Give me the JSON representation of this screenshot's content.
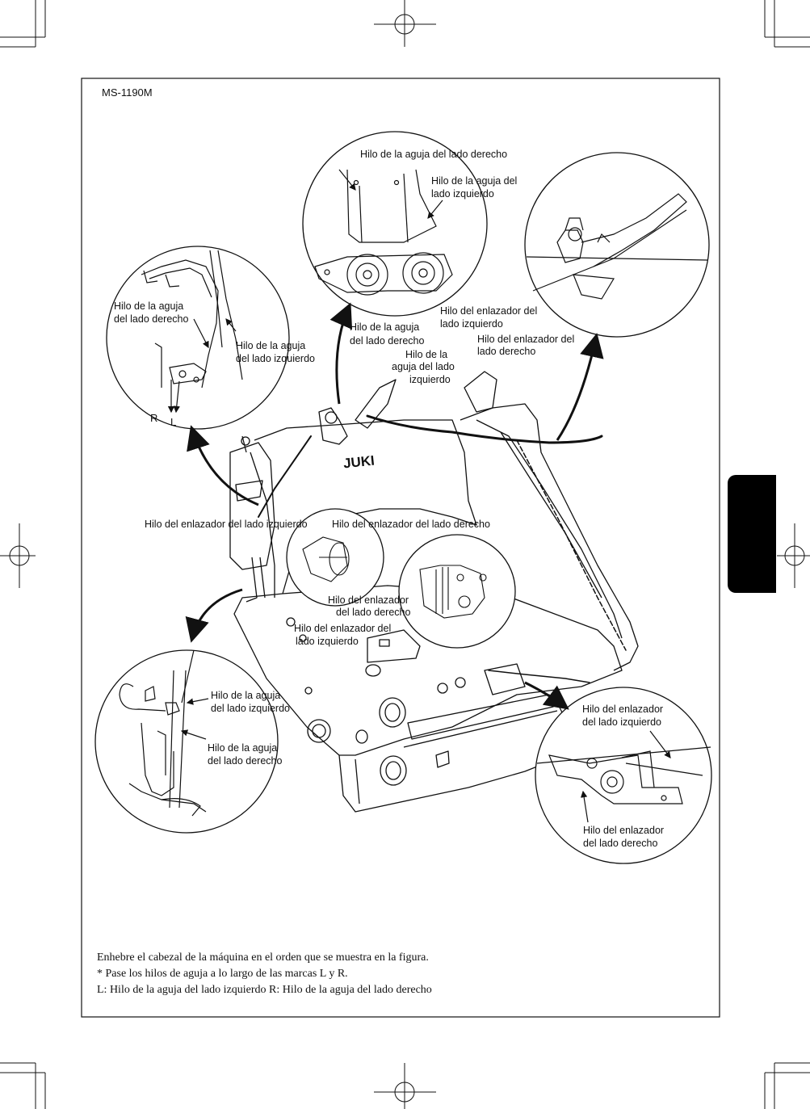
{
  "model": "MS-1190M",
  "r_mark": "R",
  "l_mark": "L",
  "brand": "JUKI",
  "labels": {
    "top_right_needle": "Hilo de la aguja del lado derecho",
    "top_left_needle_1": "Hilo de la aguja del",
    "top_left_needle_2": "lado izquierdo",
    "ul_right_needle_1": "Hilo de la aguja",
    "ul_right_needle_2": "del lado derecho",
    "ul_left_needle_1": "Hilo de la aguja",
    "ul_left_needle_2": "del lado izquierdo",
    "mid_right_needle_1": "Hilo de la aguja",
    "mid_right_needle_2": "del lado derecho",
    "mid_left_needle_1": "Hilo de la",
    "mid_left_needle_2": "aguja del lado",
    "mid_left_needle_3": "izquierdo",
    "looper_left_top_1": "Hilo del enlazador del",
    "looper_left_top_2": "lado izquierdo",
    "looper_right_top_1": "Hilo del enlazador del",
    "looper_right_top_2": "lado derecho",
    "center_looper_left": "Hilo del enlazador del lado izquierdo",
    "center_looper_right": "Hilo del enlazador del lado derecho",
    "inner_looper_right_1": "Hilo del enlazador",
    "inner_looper_right_2": "del lado derecho",
    "inner_looper_left_1": "Hilo del enlazador del",
    "inner_looper_left_2": "lado izquierdo",
    "ll_left_needle_1": "Hilo de la aguja",
    "ll_left_needle_2": "del lado izquierdo",
    "ll_right_needle_1": "Hilo de la aguja",
    "ll_right_needle_2": "del lado derecho",
    "lr_looper_left_1": "Hilo del enlazador",
    "lr_looper_left_2": "del lado izquierdo",
    "lr_looper_right_1": "Hilo del enlazador",
    "lr_looper_right_2": "del lado derecho"
  },
  "caption": {
    "line1": "Enhebre el cabezal de la máquina en el orden que se muestra en la figura.",
    "line2": "* Pase los hilos de aguja a lo largo de las marcas L y R.",
    "line3": "L:  Hilo de la aguja del lado izquierdo  R:  Hilo de la aguja del lado derecho"
  }
}
